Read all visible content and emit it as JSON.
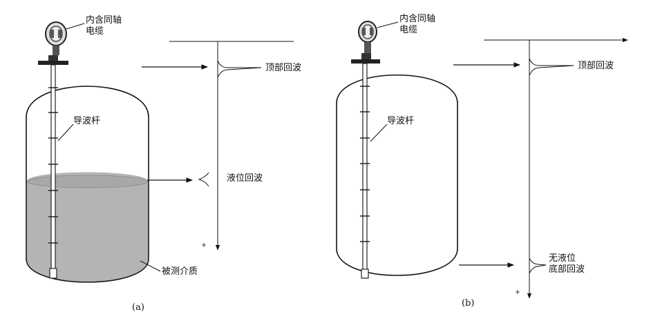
{
  "panel_a": {
    "sensor_label_line1": "内含同轴",
    "sensor_label_line2": "电缆",
    "rod_label": "导波杆",
    "top_echo_label": "顶部回波",
    "level_echo_label": "液位回波",
    "medium_label": "被测介质",
    "caption": "(a)"
  },
  "panel_b": {
    "sensor_label_line1": "内含同轴",
    "sensor_label_line2": "电缆",
    "rod_label": "导波杆",
    "top_echo_label": "顶部回波",
    "bottom_echo_label_line1": "无液位",
    "bottom_echo_label_line2": "底部回波",
    "caption": "(b)"
  },
  "colors": {
    "line": "#111111",
    "liquid": "#b4b4b4",
    "liquid_surface": "#9a9a9a",
    "tank_fill": "#ffffff"
  }
}
